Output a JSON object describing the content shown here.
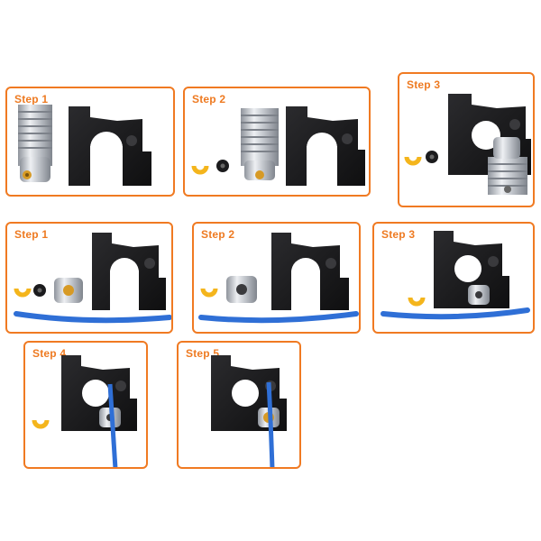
{
  "steps": [
    {
      "label": "Step 1"
    },
    {
      "label": "Step 2"
    },
    {
      "label": "Step 3"
    },
    {
      "label": "Step 1"
    },
    {
      "label": "Step 2"
    },
    {
      "label": "Step 3"
    },
    {
      "label": "Step 4"
    },
    {
      "label": "Step 5"
    }
  ],
  "colors": {
    "border": "#f07a22",
    "label": "#ee7a21",
    "bracket": "#1b1b1d",
    "heatsink": "#c9ccd2",
    "clip": "#f4b51c",
    "tube": "#2f6fd6"
  },
  "icons": [
    "heatsink-icon",
    "extruder-bracket-icon",
    "clip-icon",
    "collet-icon",
    "coupler-icon",
    "ptfe-tube-icon"
  ]
}
